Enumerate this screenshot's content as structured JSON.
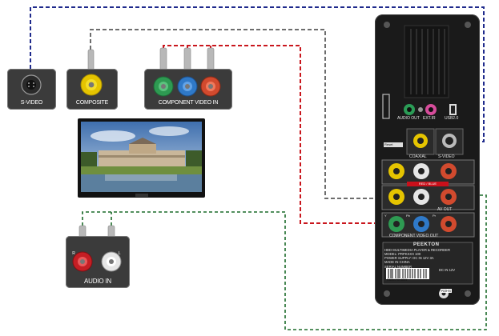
{
  "inputs": {
    "svideo_label": "S-VIDEO",
    "composite_label": "COMPOSITE",
    "component_label": "COMPONENT VIDEO IN",
    "audio_label": "AUDIO IN",
    "audio_r": "R",
    "audio_l": "L"
  },
  "device": {
    "audio_out": "AUDIO OUT",
    "ext_ir": "EXT.IR",
    "usb": "USB2.0",
    "coaxial": "COAXIAL",
    "svideo": "S-VIDEO",
    "av_out": "AV OUT",
    "red_strip": "RED / BLUE",
    "component_out": "COMPONENT VIDEO OUT",
    "y": "Y",
    "pb": "Pb",
    "pr": "Pr",
    "brand": "PEEKTON",
    "info_line1": "HDD MULTIMEDIA PLAYER & RECORDER",
    "info_line2": "MODEL: PRPKXXX 100",
    "info_line3": "POWER SUPPLY: DC IN 12V 3A",
    "info_line4": "MADE IN CHINA",
    "serial": "SERIAL NUMBER",
    "barcode_text": "RB30170H8001",
    "dc_in": "DC IN 12V",
    "reset": "Reset",
    "rohs": "ROHS"
  },
  "colors": {
    "svideo_cable": "#1f2a8c",
    "composite_cable": "#6d6d6d",
    "component_cable": "#c9161d",
    "audio_cable": "#1c6b2a",
    "panel": "#3b3b3b",
    "device_body": "#1a1a1a"
  }
}
